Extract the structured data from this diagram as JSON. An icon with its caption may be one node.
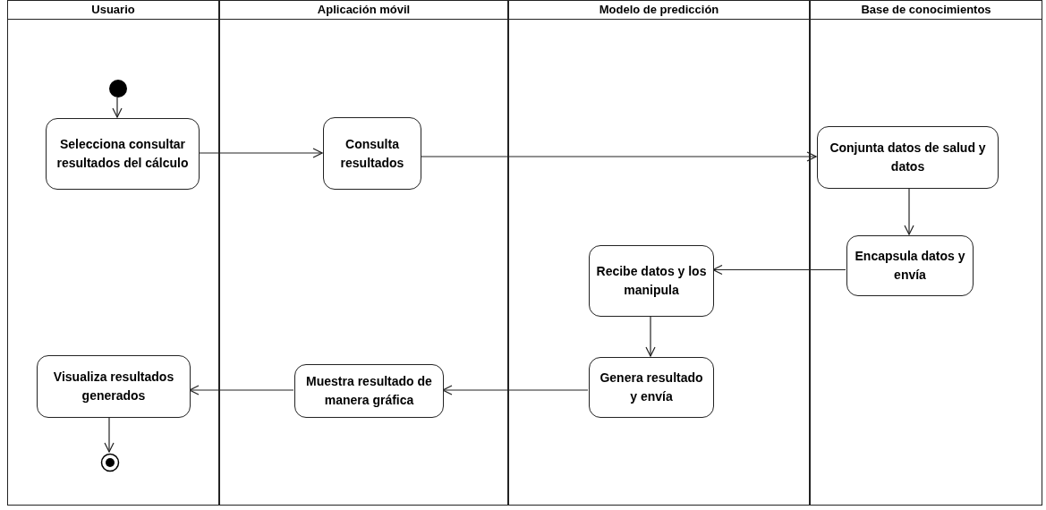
{
  "diagram": {
    "nodes": [
      {
        "text": [
          "Usuario"
        ]
      },
      {
        "text": [
          "Aplicación móvil"
        ]
      },
      {
        "text": [
          "Modelo de predicción"
        ]
      },
      {
        "text": [
          "Base de conocimientos"
        ]
      },
      {
        "text": [],
        "shape": "circle",
        "in": 0
      },
      {
        "text": [
          "Selecciona consultar resultados del cálculo"
        ],
        "in": 0
      },
      {
        "text": [
          "Consulta resultados"
        ],
        "in": 1
      },
      {
        "text": [
          "Conjunta datos de salud y datos"
        ],
        "in": 3
      },
      {
        "text": [
          "Encapsula datos y envía"
        ],
        "in": 3
      },
      {
        "text": [
          "Recibe datos y los manipula"
        ],
        "in": 2
      },
      {
        "text": [
          "Genera resultado y envía"
        ],
        "in": 2
      },
      {
        "text": [
          "Muestra resultado de manera gráfica"
        ],
        "in": 1
      },
      {
        "text": [
          "Visualiza resultados generados"
        ],
        "in": 0
      },
      {
        "text": [],
        "shape": "bullseye",
        "in": 0
      }
    ],
    "edges": [
      {
        "from": 4,
        "to": 5,
        "arrow": "to"
      },
      {
        "from": 5,
        "to": 6,
        "arrow": "to"
      },
      {
        "from": 6,
        "to": 7,
        "arrow": "to"
      },
      {
        "from": 7,
        "to": 8,
        "arrow": "to"
      },
      {
        "from": 8,
        "to": 9,
        "arrow": "to"
      },
      {
        "from": 9,
        "to": 10,
        "arrow": "to"
      },
      {
        "from": 10,
        "to": 11,
        "arrow": "to"
      },
      {
        "from": 11,
        "to": 12,
        "arrow": "to"
      },
      {
        "from": 12,
        "to": 13,
        "arrow": "to"
      }
    ]
  }
}
